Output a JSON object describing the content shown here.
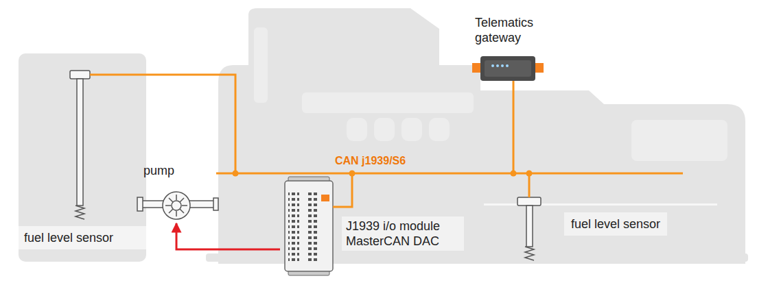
{
  "diagram": {
    "nodes": [
      {
        "text": [
          "fuel level sensor"
        ]
      },
      {
        "text": [
          "pump"
        ]
      },
      {
        "text": [
          "Telematics gateway"
        ]
      },
      {
        "text": [
          "J1939 i/o module MasterCAN DAC"
        ]
      },
      {
        "text": [
          "fuel level sensor"
        ]
      }
    ],
    "edges": [
      {
        "from": 3,
        "to": 1,
        "arrow": "to"
      }
    ],
    "labels": [
      "CAN j1939/S6"
    ]
  }
}
